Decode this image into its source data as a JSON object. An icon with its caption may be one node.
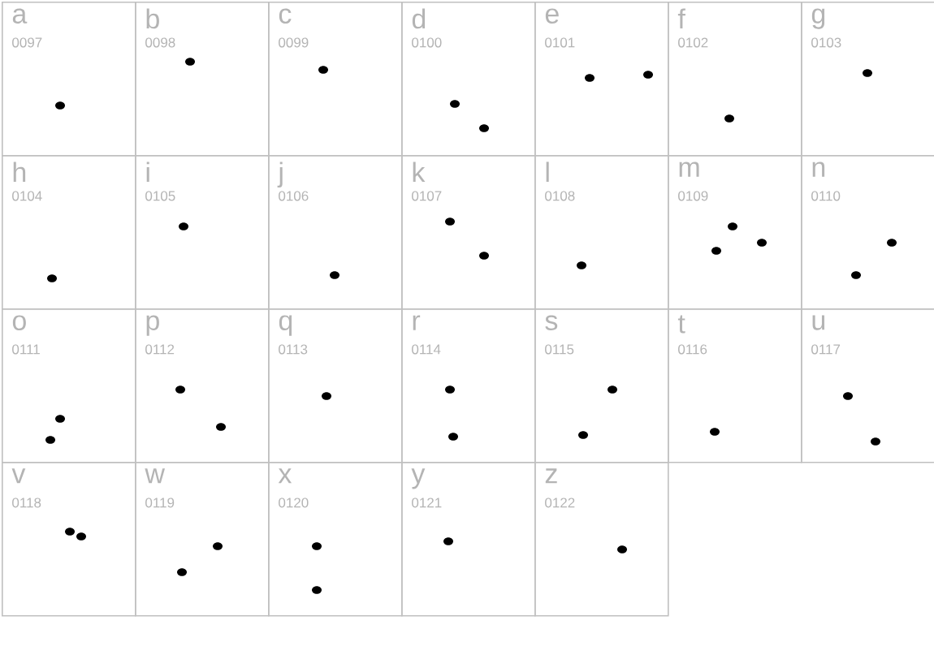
{
  "diagram": {
    "nodes": [
      {
        "text": [
          "a",
          "0097"
        ]
      },
      {
        "text": [
          "b",
          "0098"
        ]
      },
      {
        "text": [
          "c",
          "0099"
        ]
      },
      {
        "text": [
          "d",
          "0100"
        ]
      },
      {
        "text": [
          "e",
          "0101"
        ]
      },
      {
        "text": [
          "f",
          "0102"
        ]
      },
      {
        "text": [
          "g",
          "0103"
        ]
      },
      {
        "text": [
          "h",
          "0104"
        ]
      },
      {
        "text": [
          "i",
          "0105"
        ]
      },
      {
        "text": [
          "j",
          "0106"
        ]
      },
      {
        "text": [
          "k",
          "0107"
        ]
      },
      {
        "text": [
          "l",
          "0108"
        ]
      },
      {
        "text": [
          "m",
          "0109"
        ]
      },
      {
        "text": [
          "n",
          "0110"
        ]
      },
      {
        "text": [
          "o",
          "0111"
        ]
      },
      {
        "text": [
          "p",
          "0112"
        ]
      },
      {
        "text": [
          "q",
          "0113"
        ]
      },
      {
        "text": [
          "r",
          "0114"
        ]
      },
      {
        "text": [
          "s",
          "0115"
        ]
      },
      {
        "text": [
          "t",
          "0116"
        ]
      },
      {
        "text": [
          "u",
          "0117"
        ]
      },
      {
        "text": [
          "v",
          "0118"
        ]
      },
      {
        "text": [
          "w",
          "0119"
        ]
      },
      {
        "text": [
          "x",
          "0120"
        ]
      },
      {
        "text": [
          "y",
          "0121"
        ]
      },
      {
        "text": [
          "z",
          "0122"
        ]
      }
    ]
  }
}
